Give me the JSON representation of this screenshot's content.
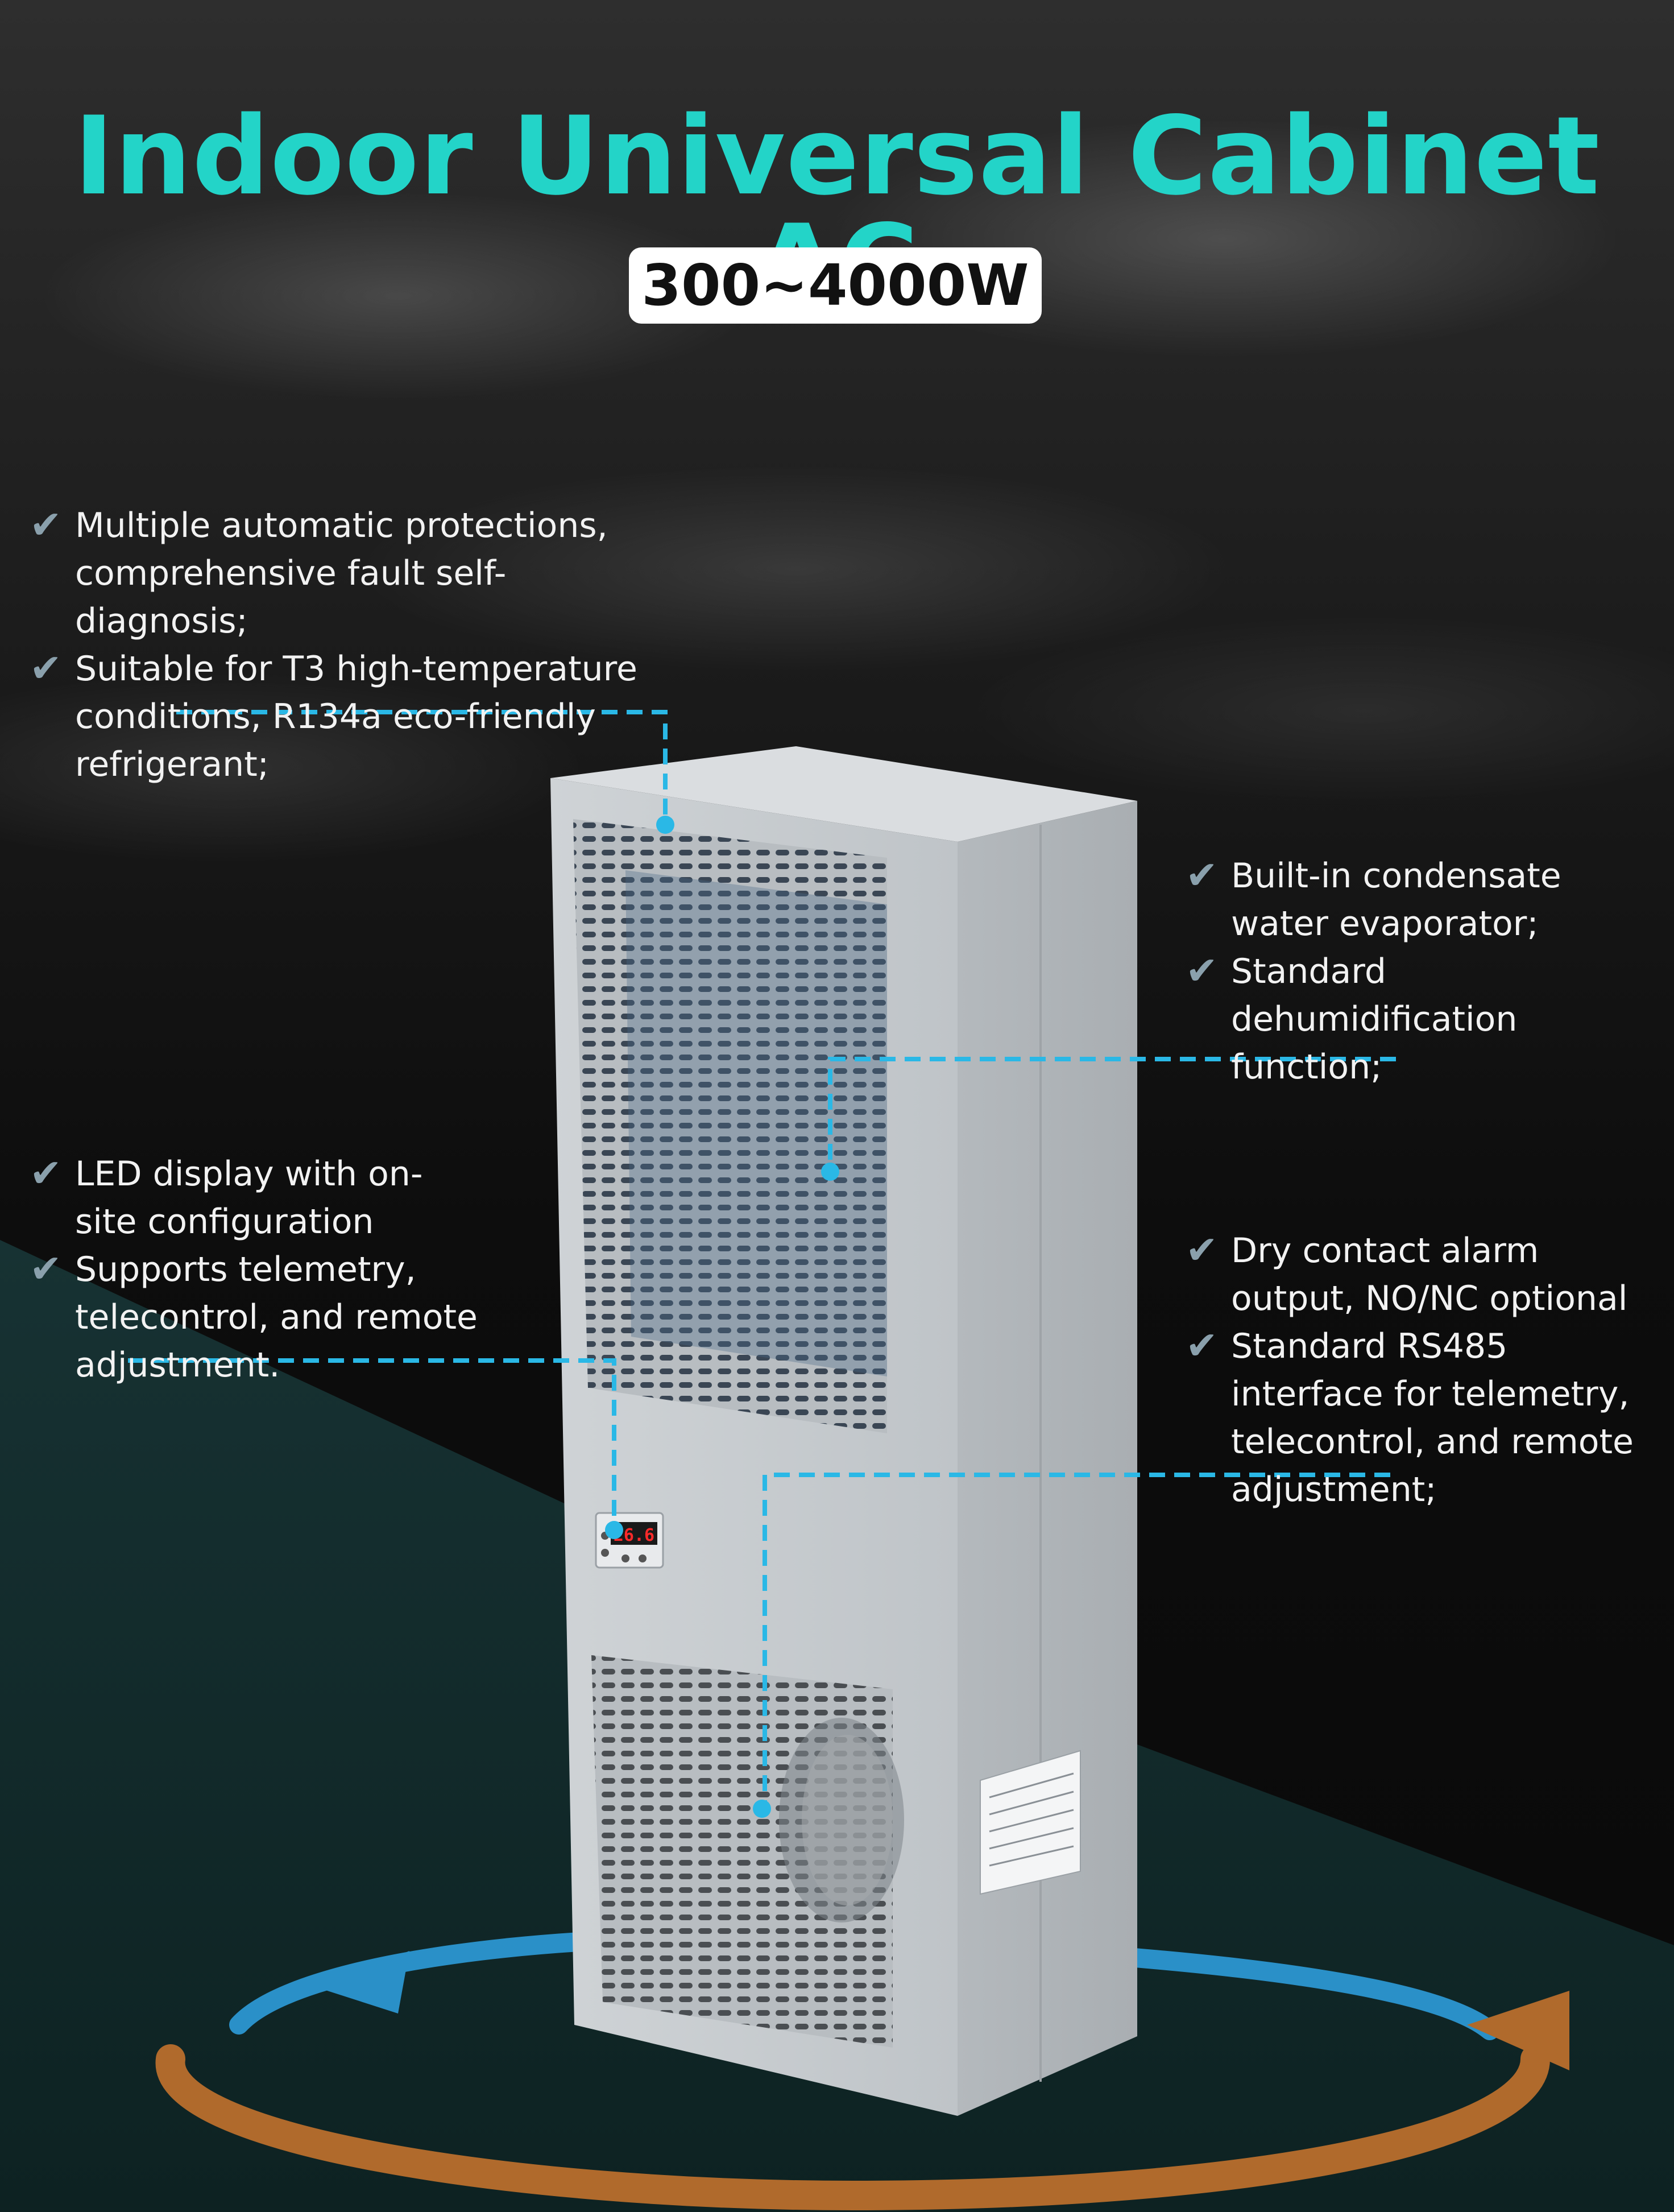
{
  "header": {
    "title": "Indoor Universal Cabinet AC",
    "badge": "300~4000W"
  },
  "features": {
    "top_left": [
      "Multiple automatic protections, comprehensive fault self-diagnosis;",
      "Suitable for T3 high-temperature conditions, R134a eco-friendly refrigerant;"
    ],
    "top_right": [
      "Built-in condensate water evaporator;",
      "Standard dehumidification function;"
    ],
    "mid_left": [
      "LED display with on-site configuration",
      "Supports telemetry, telecontrol, and remote adjustment."
    ],
    "mid_right": [
      "Dry contact alarm output, NO/NC optional",
      "Standard RS485 interface for telemetry, telecontrol, and remote adjustment;"
    ]
  },
  "display_reading": "26.6",
  "icons": {
    "bullet": "check-mark-icon"
  },
  "colors": {
    "title": "#23d4c8",
    "leader": "#2ab8e6",
    "arrow_orange": "#b06a2c",
    "arrow_blue": "#2a90c8",
    "cabinet": "#c9cdd0"
  }
}
